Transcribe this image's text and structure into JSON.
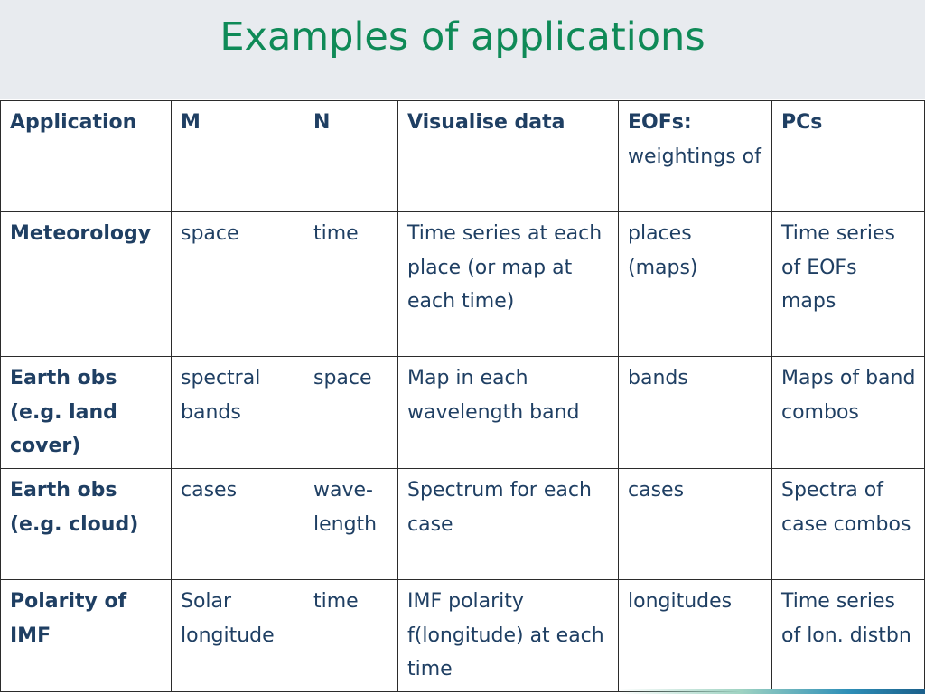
{
  "slide": {
    "title": "Examples of applications"
  },
  "table": {
    "header": {
      "application": "Application",
      "m": "M",
      "n": "N",
      "visualise": "Visualise data",
      "eofs_bold": "EOFs:",
      "eofs_rest": "weightings of",
      "pcs": "PCs"
    },
    "rows": [
      {
        "application": "Meteorology",
        "m": "space",
        "n": "time",
        "visualise": "Time series at each place (or map at each time)",
        "eofs": "places (maps)",
        "pcs": "Time series of EOFs maps"
      },
      {
        "application": "Earth obs (e.g. land cover)",
        "m": "spectral bands",
        "n": "space",
        "visualise": "Map in each wavelength band",
        "eofs": "bands",
        "pcs": "Maps of band combos"
      },
      {
        "application": "Earth obs (e.g. cloud)",
        "m": "cases",
        "n": "wave-length",
        "visualise": "Spectrum for each case",
        "eofs": "cases",
        "pcs": "Spectra of case combos"
      },
      {
        "application": "Polarity of IMF",
        "m": "Solar longitude",
        "n": "time",
        "visualise": "IMF polarity f(longitude) at each time",
        "eofs": "longitudes",
        "pcs": "Time series of lon. distbn"
      }
    ]
  },
  "colors": {
    "title": "#0f8a57",
    "text": "#1f3f63",
    "title_band": "#e8ebef"
  }
}
